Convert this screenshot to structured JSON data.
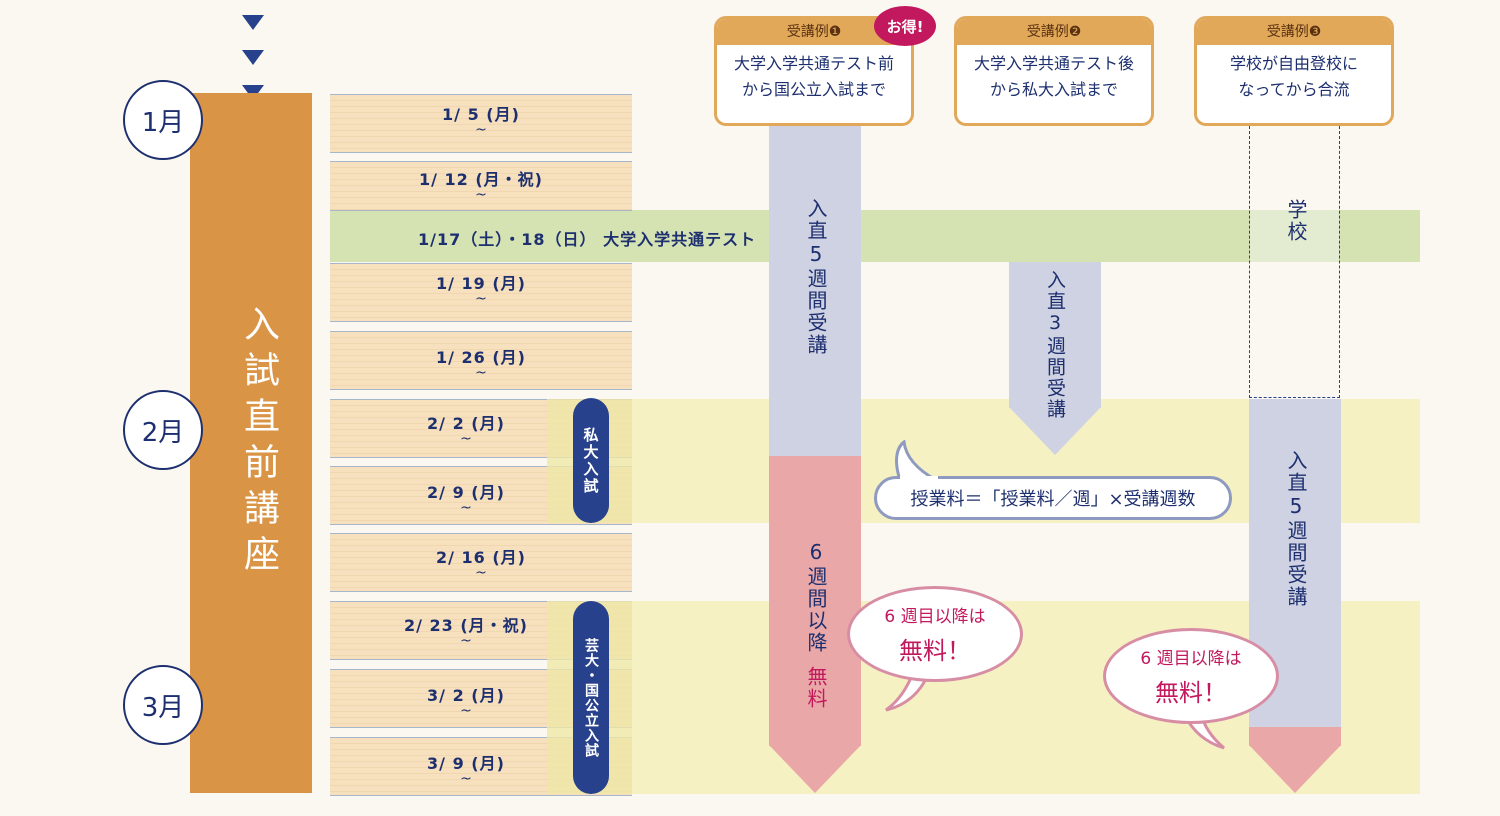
{
  "months": [
    "1月",
    "2月",
    "3月"
  ],
  "course_label": "入試直前講座",
  "weeks": [
    {
      "date": "1/ 5 (月)",
      "tilde": "~"
    },
    {
      "date": "1/ 12 (月・祝)",
      "tilde": "~"
    },
    {
      "date": "1/ 19 (月)",
      "tilde": "~"
    },
    {
      "date": "1/ 26 (月)",
      "tilde": "~"
    },
    {
      "date": "2/ 2 (月)",
      "tilde": "~"
    },
    {
      "date": "2/ 9 (月)",
      "tilde": "~"
    },
    {
      "date": "2/ 16 (月)",
      "tilde": "~"
    },
    {
      "date": "2/ 23 (月・祝)",
      "tilde": "~"
    },
    {
      "date": "3/ 2 (月)",
      "tilde": "~"
    },
    {
      "date": "3/ 9 (月)",
      "tilde": "~"
    }
  ],
  "common_test": "1/17（土）・18（日） 大学入学共通テスト",
  "pills": {
    "private": "私大入試",
    "national": "芸大・国公立入試"
  },
  "examples": [
    {
      "head": "受講例❶",
      "line1": "大学入学共通テスト前",
      "line2": "から国公立入試まで",
      "badge": "お得!"
    },
    {
      "head": "受講例❷",
      "line1": "大学入学共通テスト後",
      "line2": "から私大入試まで"
    },
    {
      "head": "受講例❸",
      "line1": "学校が自由登校に",
      "line2": "なってから合流"
    }
  ],
  "arrows": {
    "ex1_top": "入直5週間受講",
    "ex1_bottom_a": "6週間以降",
    "ex1_bottom_b": "無料",
    "ex2": "入直3週間受講",
    "ex3_school": "学校",
    "ex3": "入直5週間受講"
  },
  "fee_note": "授業料＝「授業料／週」×受講週数",
  "free_bubble_1": {
    "line1": "6 週目以降は",
    "line2": "無料！"
  },
  "free_bubble_2": {
    "line1": "6 週目以降は",
    "line2": "無料！"
  },
  "colors": {
    "course": "#d99446",
    "navy": "#27418c",
    "pink": "#e9a7a7",
    "lavender": "#cfd2e2",
    "yellow": "#f5f1c2",
    "green": "#d5e3b3"
  }
}
